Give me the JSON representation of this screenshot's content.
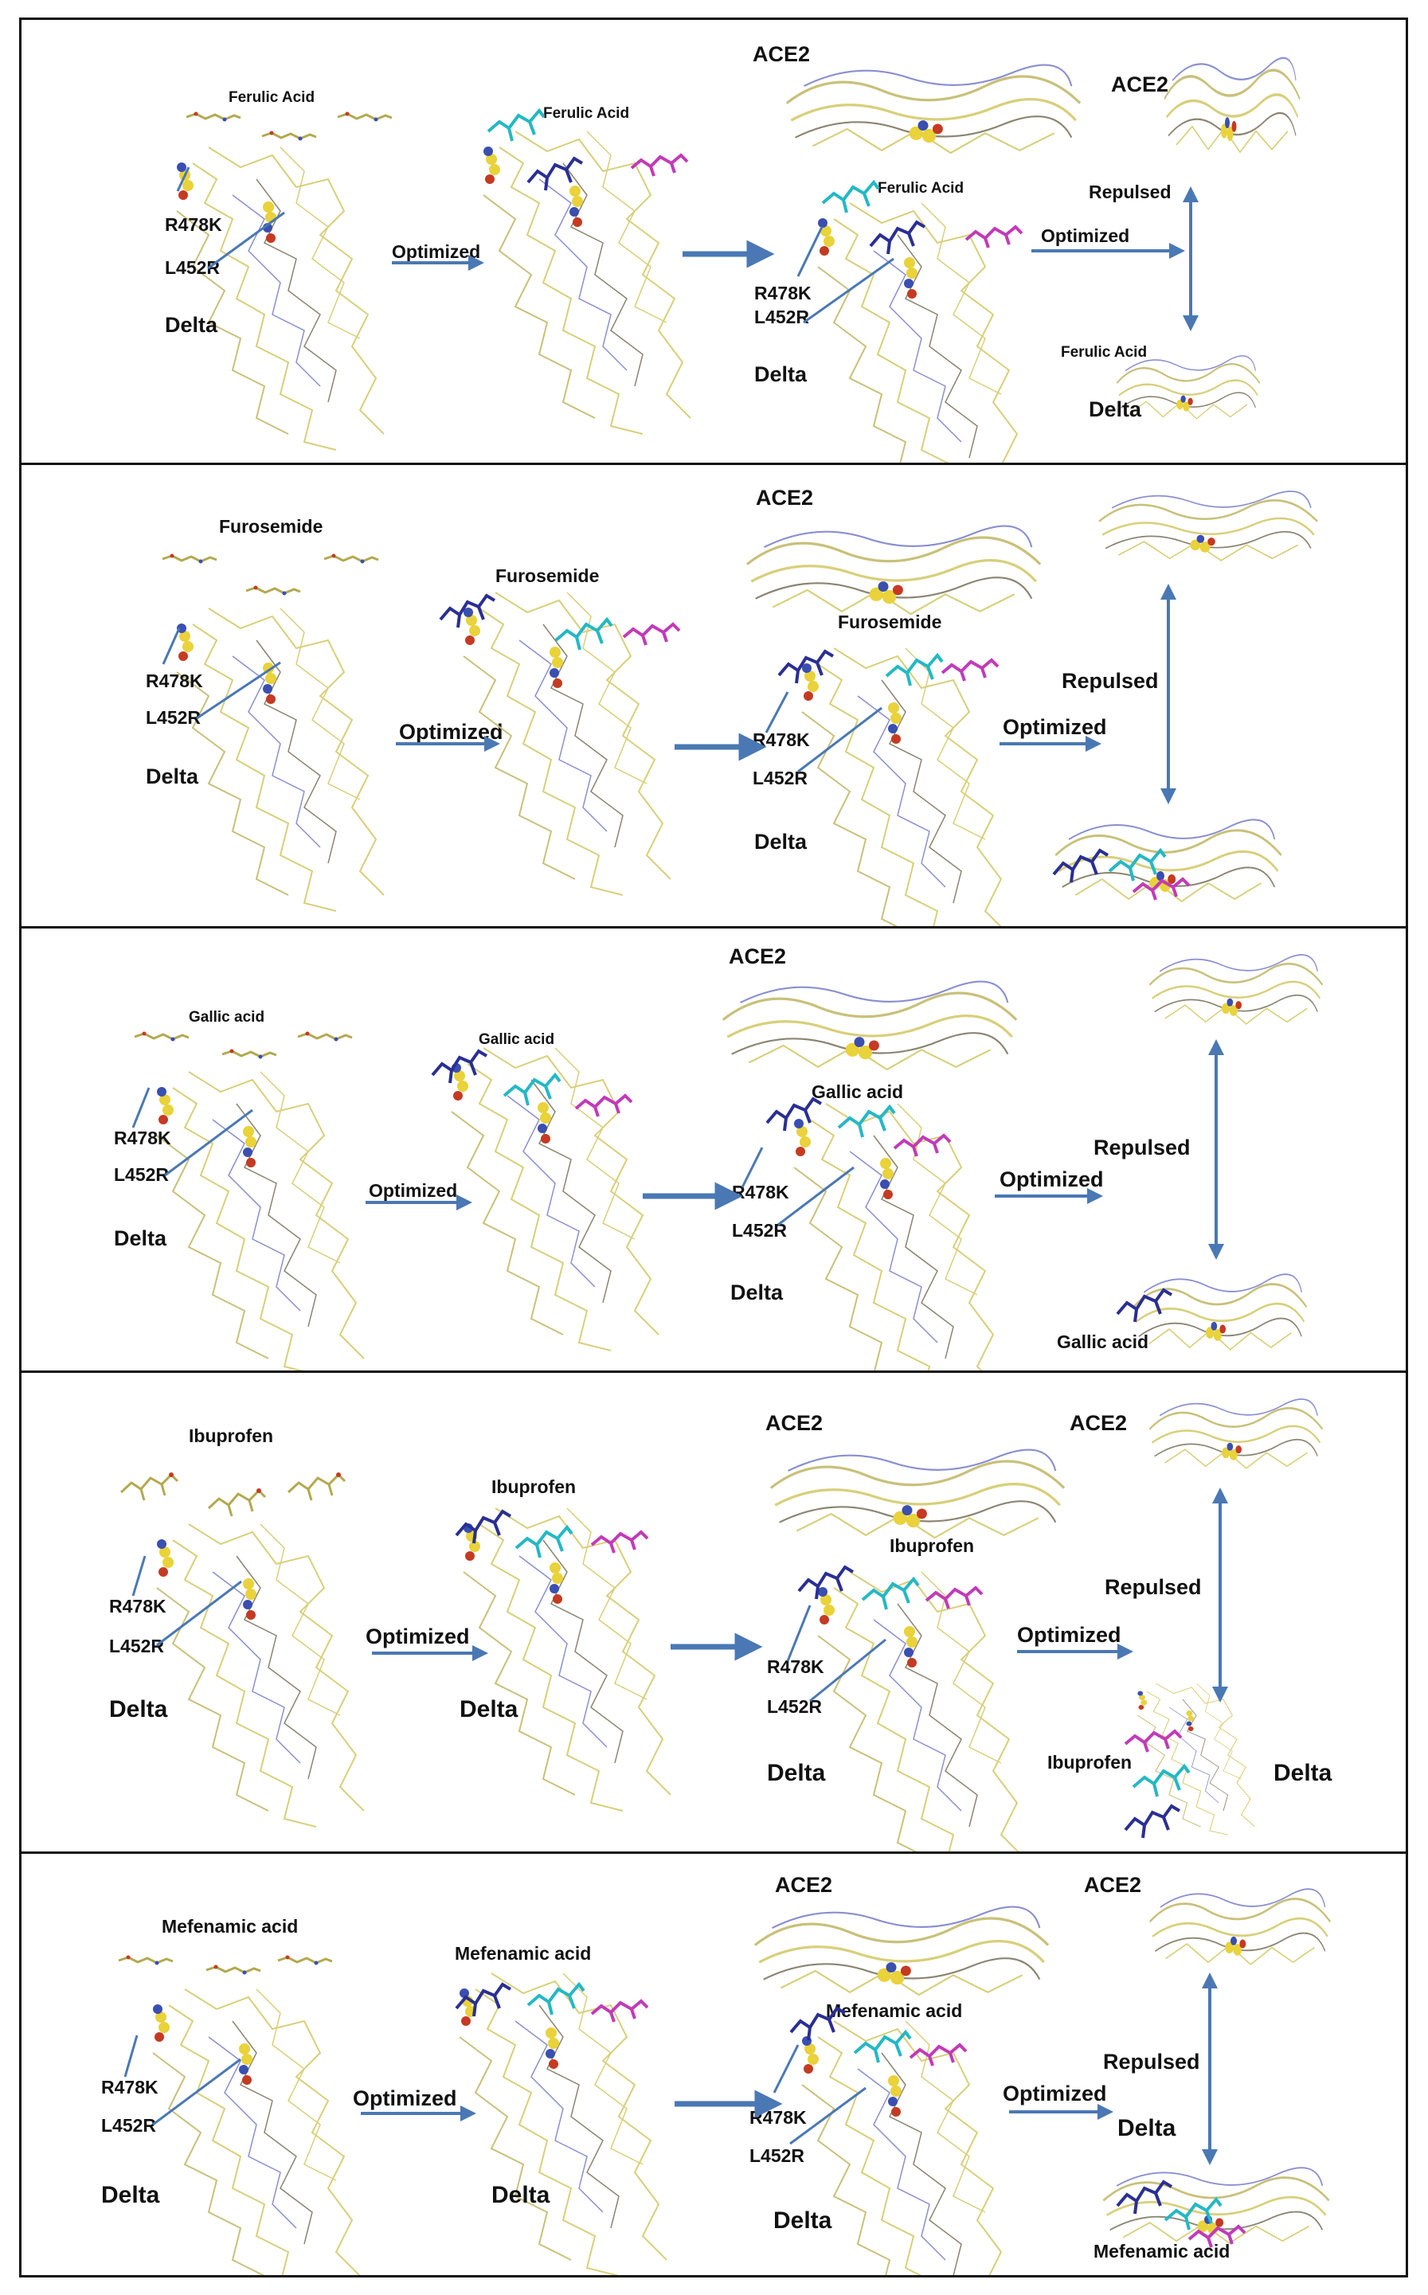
{
  "labels": {
    "optimized": "Optimized",
    "repulsed": "Repulsed",
    "delta": "Delta",
    "ace2": "ACE2",
    "r478k": "R478K",
    "l452r": "L452R"
  },
  "panels": [
    {
      "ligand": "Ferulic Acid"
    },
    {
      "ligand": "Furosemide"
    },
    {
      "ligand": "Gallic acid"
    },
    {
      "ligand": "Ibuprofen"
    },
    {
      "ligand": "Mefenamic acid"
    }
  ],
  "colors": {
    "arrow": "#4a78b4",
    "protein_stick": "#d8cf7a",
    "protein_stick_dark": "#8a8470",
    "protein_blue": "#8a8fd0",
    "sphere_yellow": "#e9d23a",
    "sphere_red": "#c53a22",
    "sphere_blue": "#3a4fb0",
    "ligand_navy": "#2a2f93",
    "ligand_cyan": "#24b8c4",
    "ligand_magenta": "#c23ab8",
    "border": "#111111"
  },
  "icons": {
    "arrow": "right-arrow-icon",
    "double_arrow": "double-vertical-arrow-icon"
  }
}
